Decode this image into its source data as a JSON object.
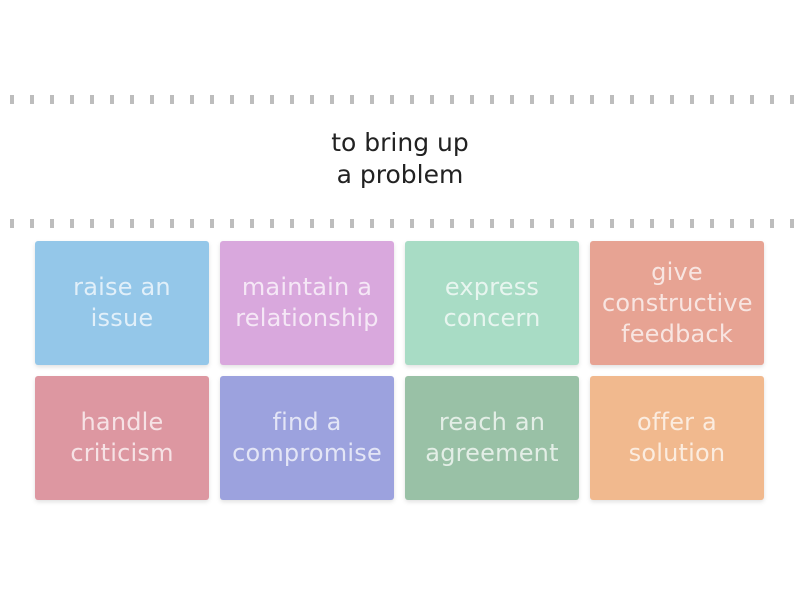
{
  "prompt": {
    "line1": "to bring up",
    "line2": "a problem"
  },
  "cards": [
    {
      "label": "raise an issue",
      "color": "#94c7e9"
    },
    {
      "label": "maintain a relationship",
      "color": "#d9a8dd"
    },
    {
      "label": "express concern",
      "color": "#a8dcc5"
    },
    {
      "label": "give constructive feedback",
      "color": "#e7a393"
    },
    {
      "label": "handle criticism",
      "color": "#dd97a1"
    },
    {
      "label": "find a compromise",
      "color": "#9ca2de"
    },
    {
      "label": "reach an agreement",
      "color": "#99c1a6"
    },
    {
      "label": "offer a solution",
      "color": "#f1b98e"
    }
  ]
}
